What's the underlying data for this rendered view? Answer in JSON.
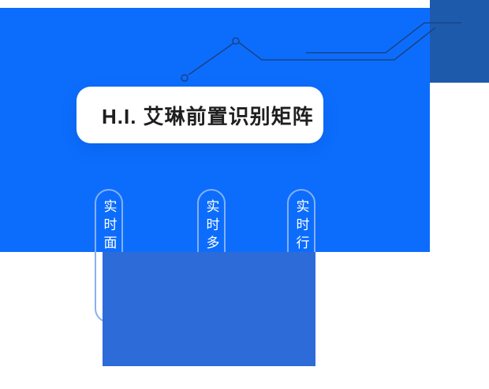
{
  "hero": {
    "title": "H.I. 艾琳前置识别矩阵"
  },
  "features": {
    "items": [
      {
        "label": "实时面"
      },
      {
        "label": "实时多"
      },
      {
        "label": "实时行"
      }
    ]
  },
  "colors": {
    "primary_blue": "#0c6dfd",
    "dark_corner_blue": "#1e5aab",
    "lower_panel_blue": "#2d6bd9",
    "circuit_trace_navy": "#1a4488",
    "capsule_border_blue": "#85b0f5",
    "card_background": "#ffffff",
    "title_text": "#1f1f1f",
    "capsule_text": "#ffffff"
  },
  "icons": {
    "circuit_node": "hollow-circle-pcb-node"
  }
}
